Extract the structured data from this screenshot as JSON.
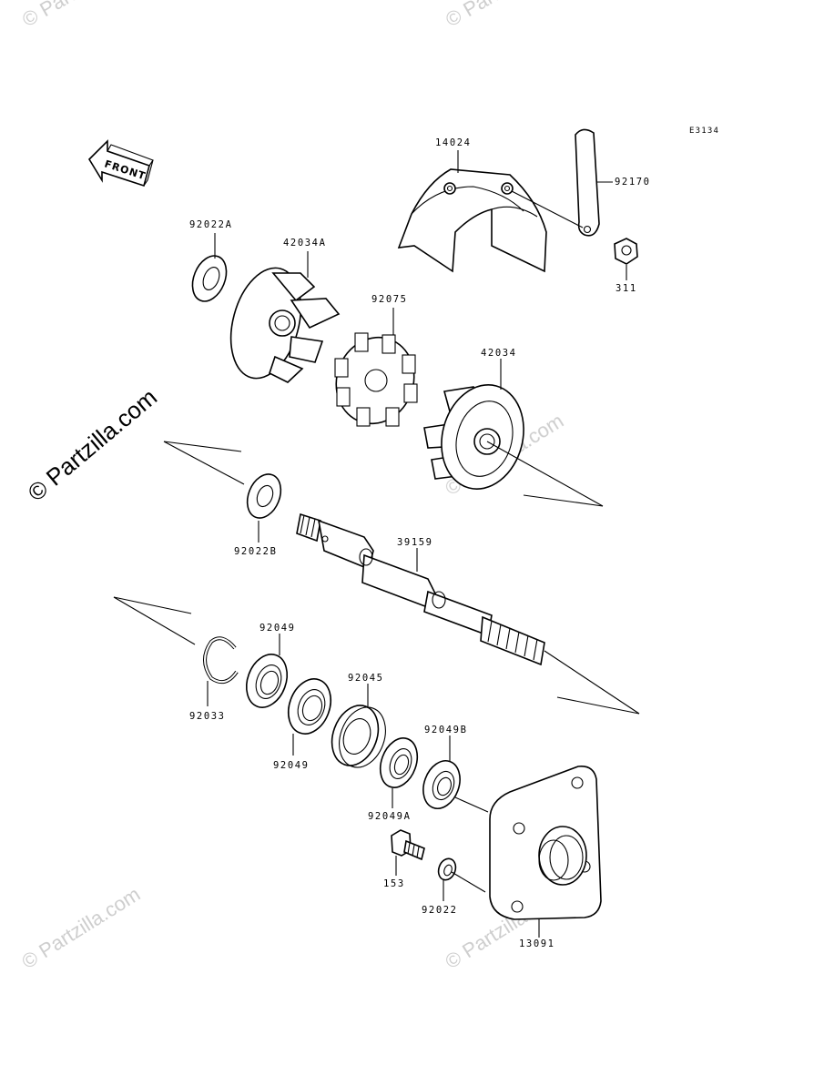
{
  "diagram": {
    "code": "E3134",
    "front_arrow_label": "FRONT",
    "watermark": "© Partzilla.com",
    "watermark_faint": "© Partzilla.com"
  },
  "parts": [
    {
      "id": "p14024",
      "label": "14024"
    },
    {
      "id": "p92170",
      "label": "92170"
    },
    {
      "id": "p311",
      "label": "311"
    },
    {
      "id": "p92022A",
      "label": "92022A"
    },
    {
      "id": "p42034A",
      "label": "42034A"
    },
    {
      "id": "p92075",
      "label": "92075"
    },
    {
      "id": "p42034",
      "label": "42034"
    },
    {
      "id": "p92022B",
      "label": "92022B"
    },
    {
      "id": "p39159",
      "label": "39159"
    },
    {
      "id": "p92049_top",
      "label": "92049"
    },
    {
      "id": "p92033",
      "label": "92033"
    },
    {
      "id": "p92049_bottom",
      "label": "92049"
    },
    {
      "id": "p92045",
      "label": "92045"
    },
    {
      "id": "p92049B",
      "label": "92049B"
    },
    {
      "id": "p92049A",
      "label": "92049A"
    },
    {
      "id": "p153",
      "label": "153"
    },
    {
      "id": "p92022",
      "label": "92022"
    },
    {
      "id": "p13091",
      "label": "13091"
    }
  ]
}
